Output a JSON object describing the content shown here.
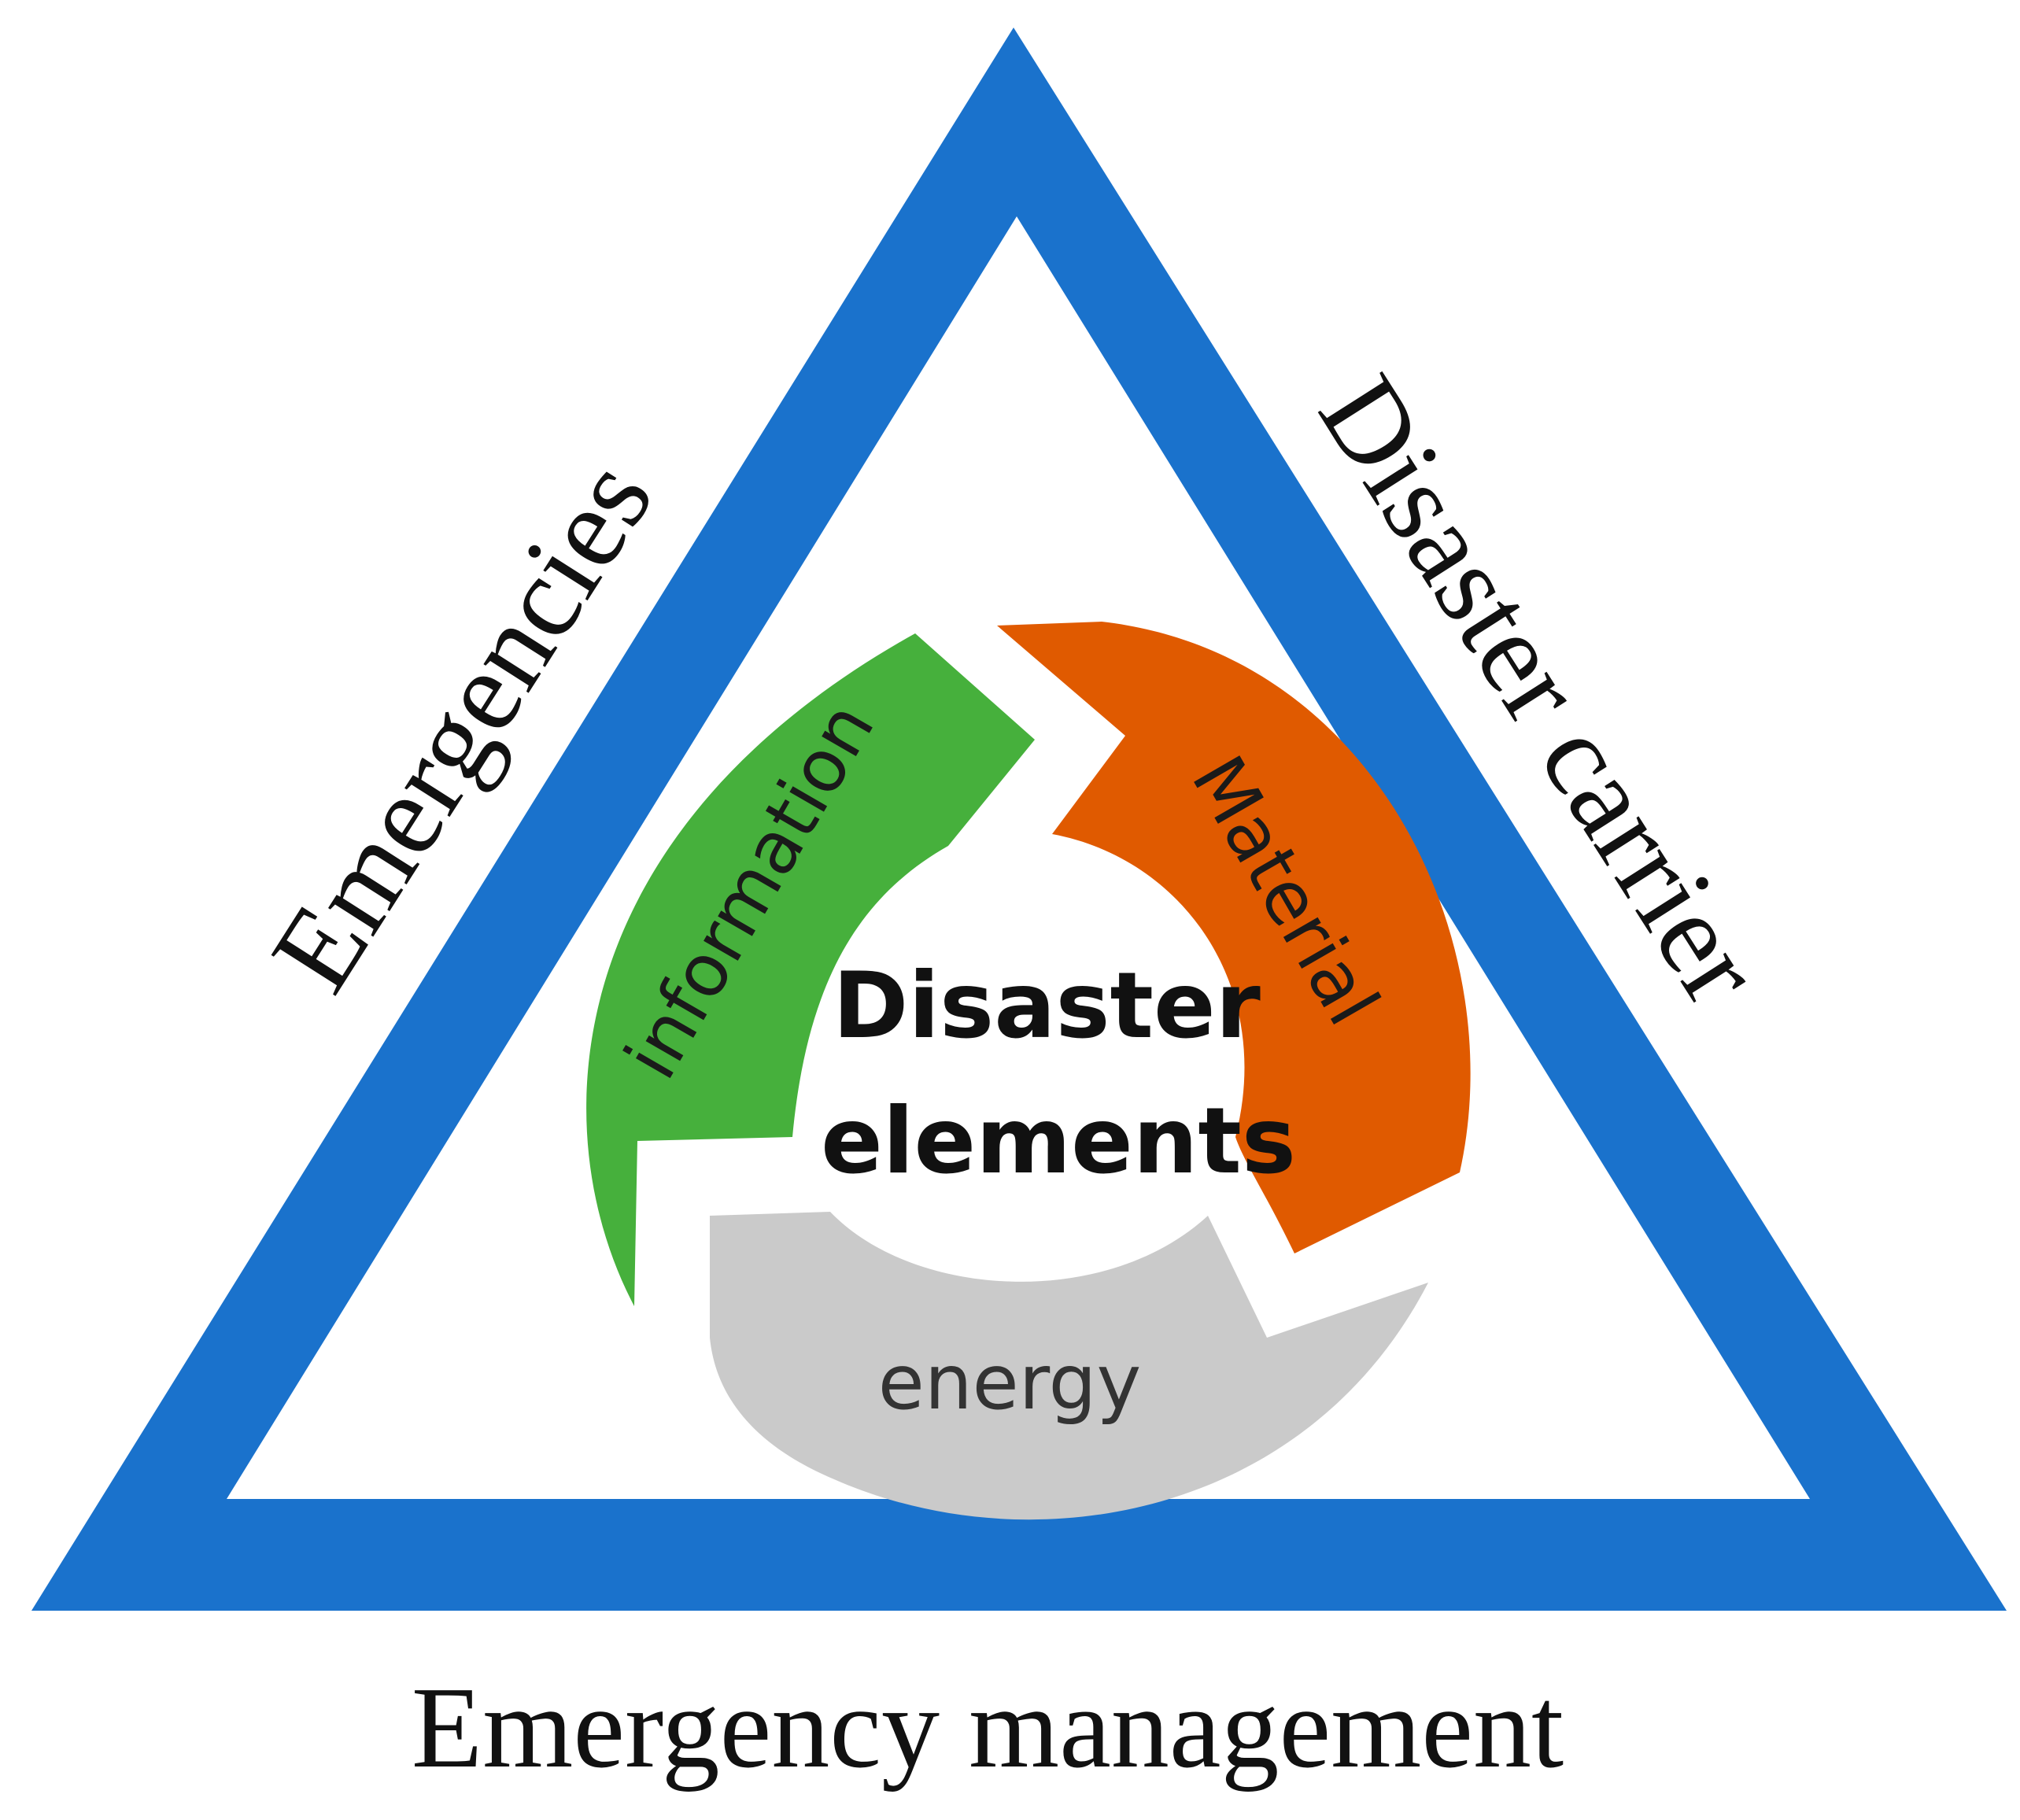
{
  "diagram": {
    "left_side_label": "Emergencies",
    "right_side_label": "Disaster carrier",
    "bottom_label": "Emergency management",
    "center_label_line1": "Disaster",
    "center_label_line2": "elements",
    "cycle": [
      {
        "label": "information",
        "color": "#46b03c"
      },
      {
        "label": "Material",
        "color": "#e05a00"
      },
      {
        "label": "energy",
        "color": "#cacaca"
      }
    ],
    "triangle_color": "#1a72cc"
  }
}
